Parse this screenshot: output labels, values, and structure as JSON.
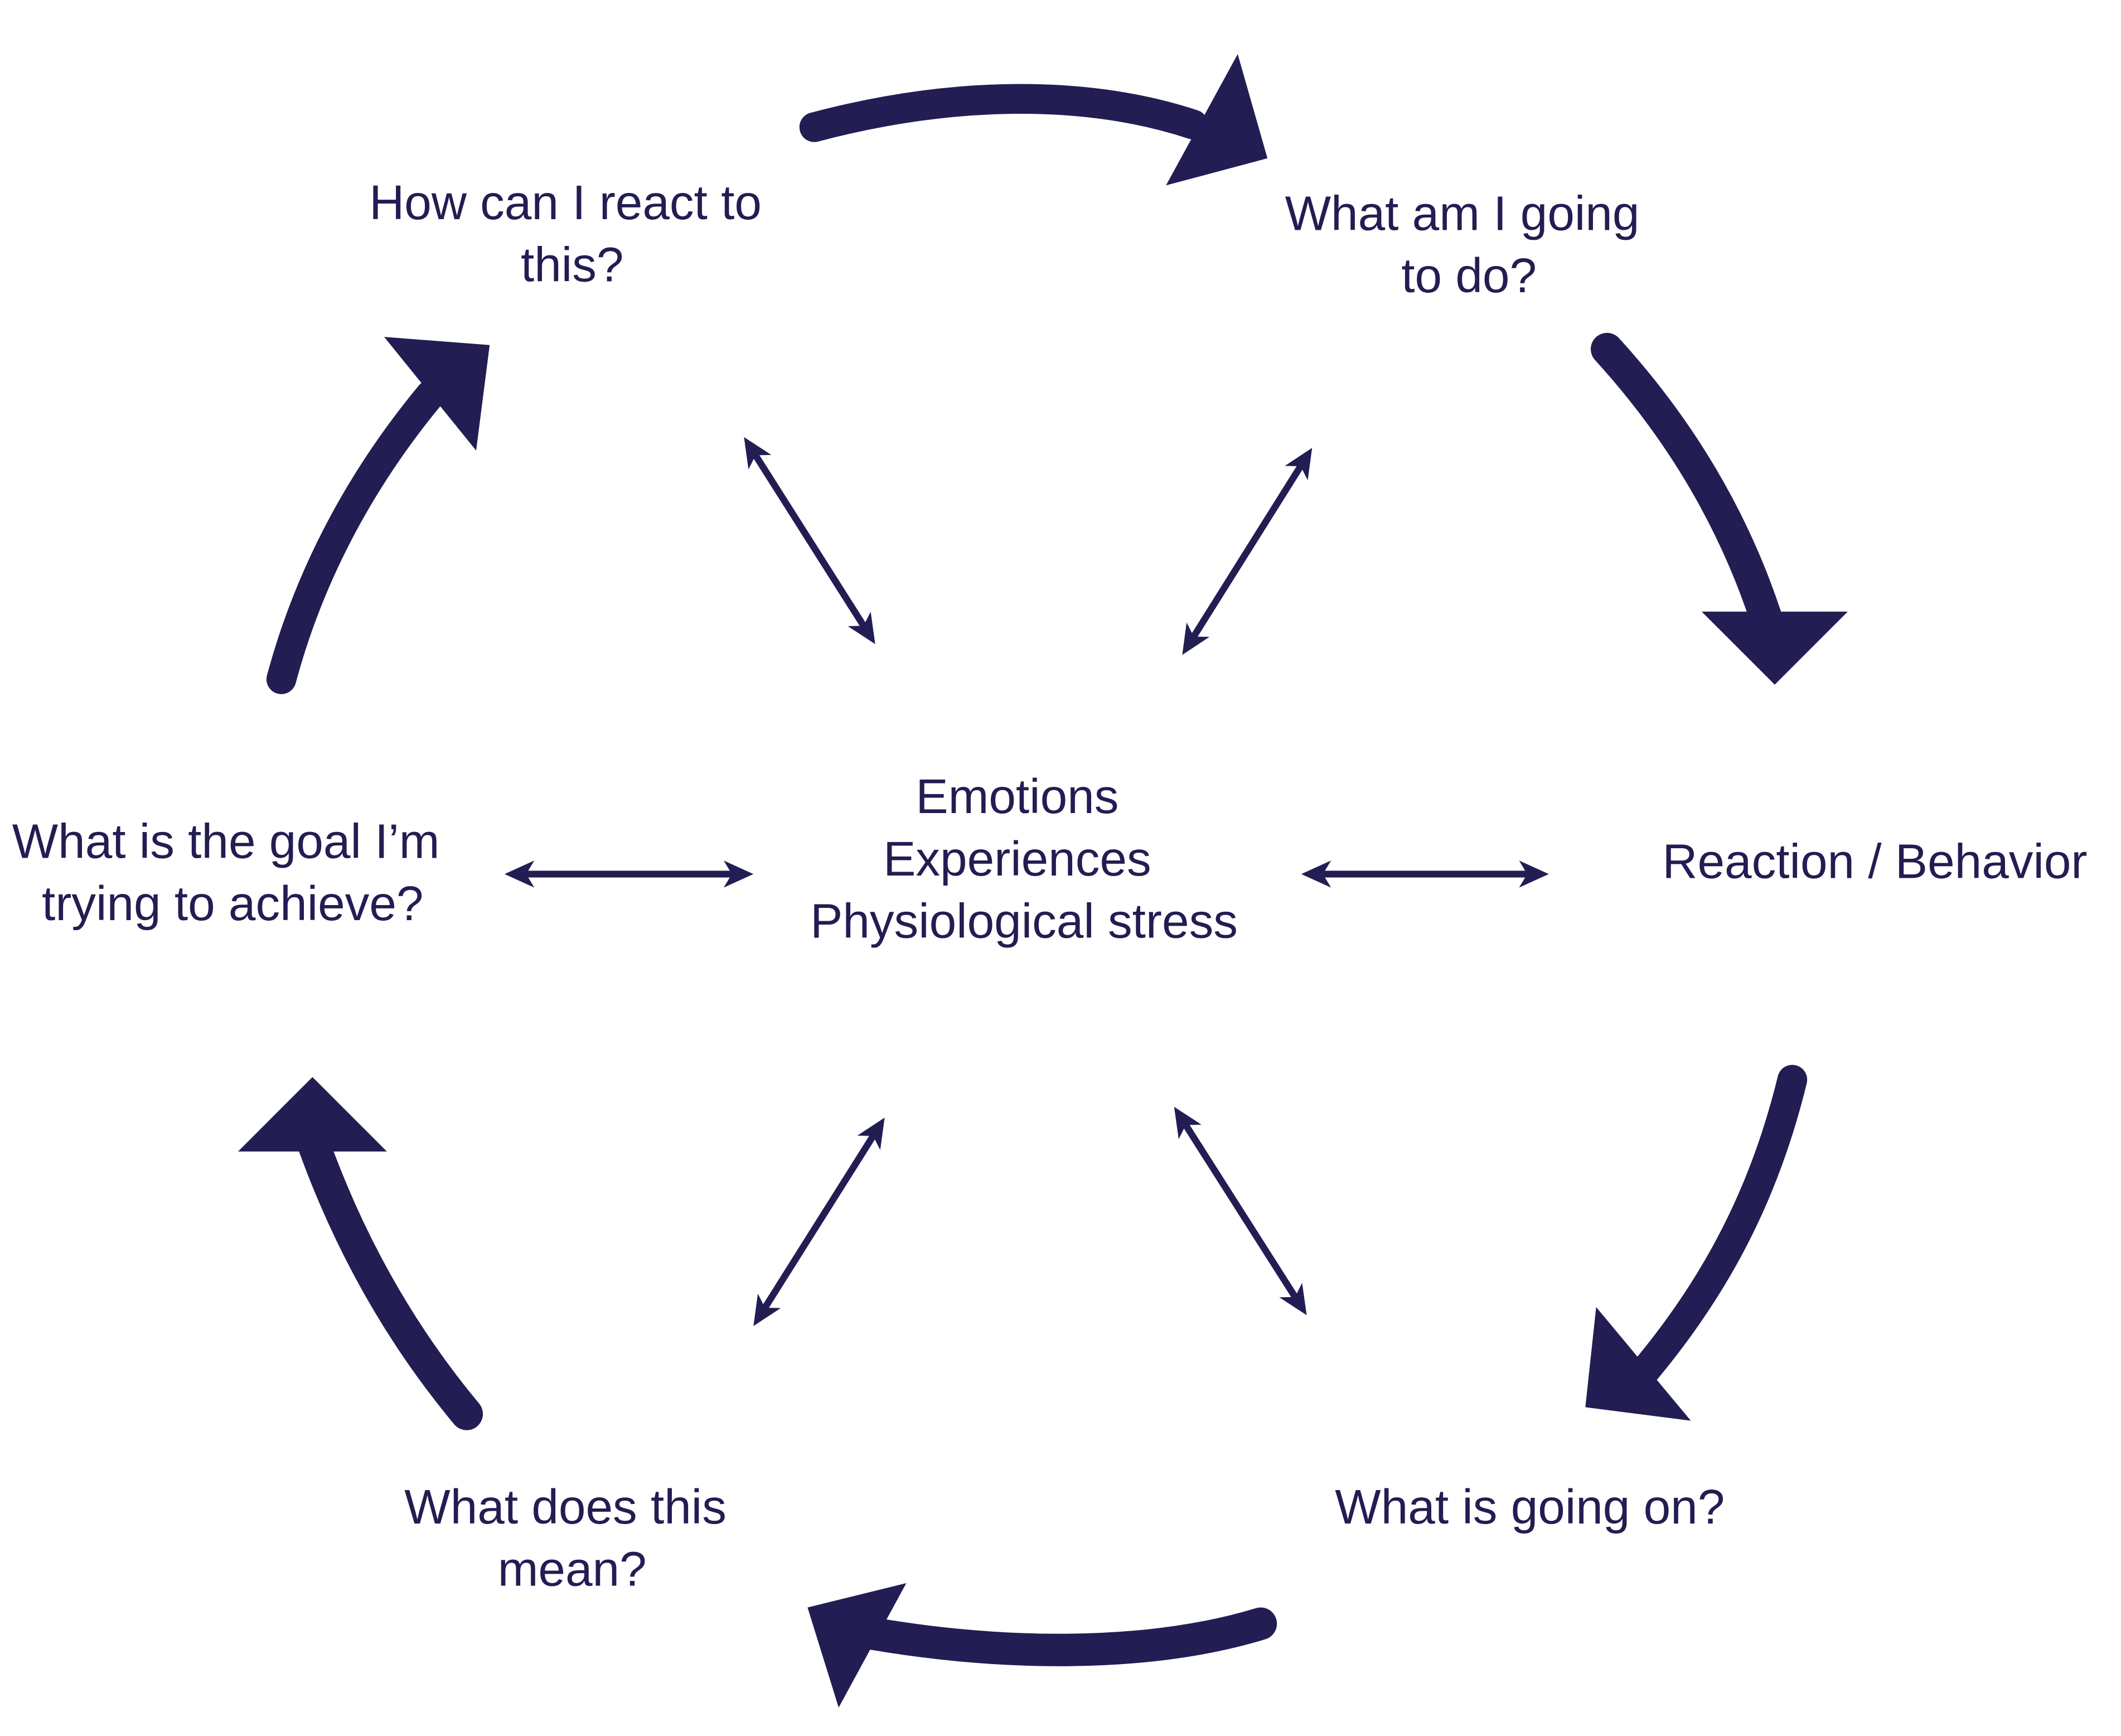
{
  "diagram": {
    "center": {
      "lines": [
        "Emotions",
        "Experiences",
        "Physiological stress"
      ]
    },
    "nodes": [
      {
        "id": "react",
        "lines": [
          "How can I react to",
          "this?"
        ]
      },
      {
        "id": "do",
        "lines": [
          "What am I going",
          "to do?"
        ]
      },
      {
        "id": "behavior",
        "lines": [
          "Reaction / Behavior"
        ]
      },
      {
        "id": "going-on",
        "lines": [
          "What is going on?"
        ]
      },
      {
        "id": "mean",
        "lines": [
          "What does this",
          "mean?"
        ]
      },
      {
        "id": "goal",
        "lines": [
          "What is the goal I’m",
          "trying to achieve?"
        ]
      }
    ],
    "colors": {
      "ink": "#221d52",
      "background": "#ffffff"
    }
  }
}
